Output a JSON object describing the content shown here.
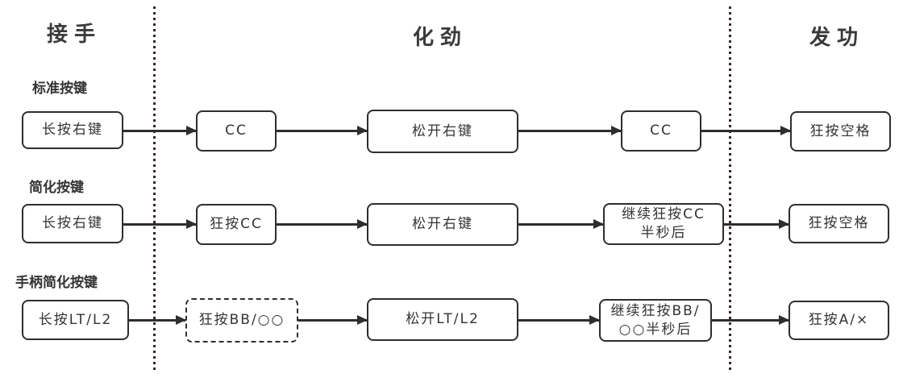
{
  "columns": {
    "left": "接手",
    "center": "化劲",
    "right": "发功"
  },
  "rows": [
    {
      "label": "标准按键",
      "nodes": [
        {
          "line1": "长按右键"
        },
        {
          "line1": "CC"
        },
        {
          "line1": "松开右键"
        },
        {
          "line1": "CC"
        },
        {
          "line1": "狂按空格"
        }
      ]
    },
    {
      "label": "简化按键",
      "nodes": [
        {
          "line1": "长按右键"
        },
        {
          "line1": "狂按CC"
        },
        {
          "line1": "松开右键"
        },
        {
          "line1": "继续狂按CC",
          "line2": "半秒后"
        },
        {
          "line1": "狂按空格"
        }
      ]
    },
    {
      "label": "手柄简化按键",
      "nodes": [
        {
          "line1": "长按LT/L2"
        },
        {
          "line1": "狂按BB/○○"
        },
        {
          "line1": "松开LT/L2"
        },
        {
          "line1": "继续狂按BB/",
          "line2": "○○半秒后"
        },
        {
          "line1": "狂按A/×"
        }
      ]
    }
  ],
  "colors": {
    "stroke": "#2e2e2e",
    "separator_dot": "#372626",
    "background": "#ffffff"
  }
}
